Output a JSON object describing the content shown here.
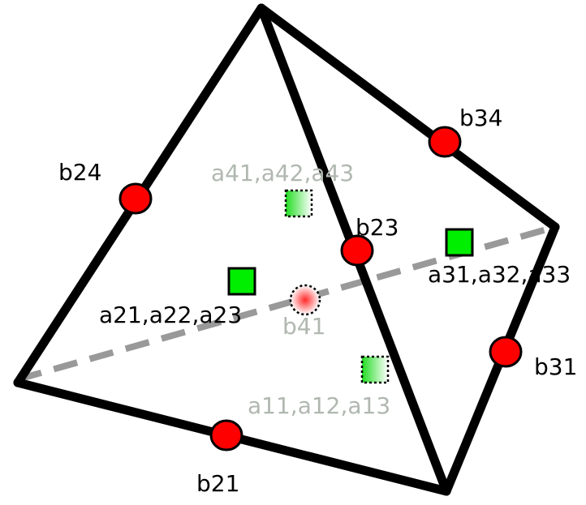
{
  "diagram": {
    "colors": {
      "edge": "#000000",
      "hidden_edge": "#999999",
      "node_fill": "#ff0000",
      "node_stroke": "#000000",
      "face_marker": "#00ee00",
      "visible_label": "#000000",
      "faded_label": "#b0b8b0"
    },
    "edge_labels": {
      "b21": "b21",
      "b23": "b23",
      "b24": "b24",
      "b31": "b31",
      "b34": "b34",
      "b41": "b41"
    },
    "face_labels": {
      "face1": "a11,a12,a13",
      "face2": "a21,a22,a23",
      "face3": "a31,a32,a33",
      "face4": "a41,a42,a43"
    }
  }
}
